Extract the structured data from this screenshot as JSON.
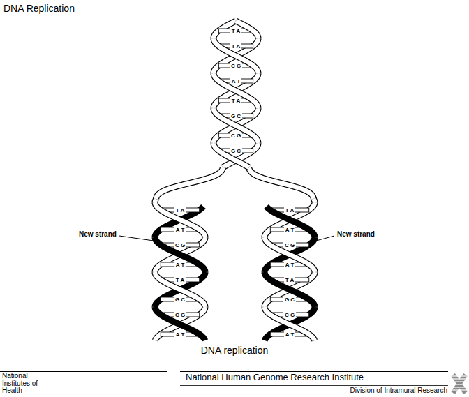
{
  "diagram": {
    "title": "DNA Replication",
    "caption": "DNA replication",
    "labels": [
      "T A",
      "T A",
      "C G",
      "A T",
      "T A",
      "G C",
      "C G",
      "G C",
      "New strand",
      "New strand",
      "T A",
      "A T",
      "C G",
      "A T",
      "T A",
      "G C",
      "C G",
      "A T",
      "T A",
      "A T",
      "C G",
      "A T",
      "T A",
      "G C",
      "C G",
      "A T",
      "National Institutes of Health",
      "National Human Genome Research Institute",
      "Division of Intramural Research"
    ]
  }
}
